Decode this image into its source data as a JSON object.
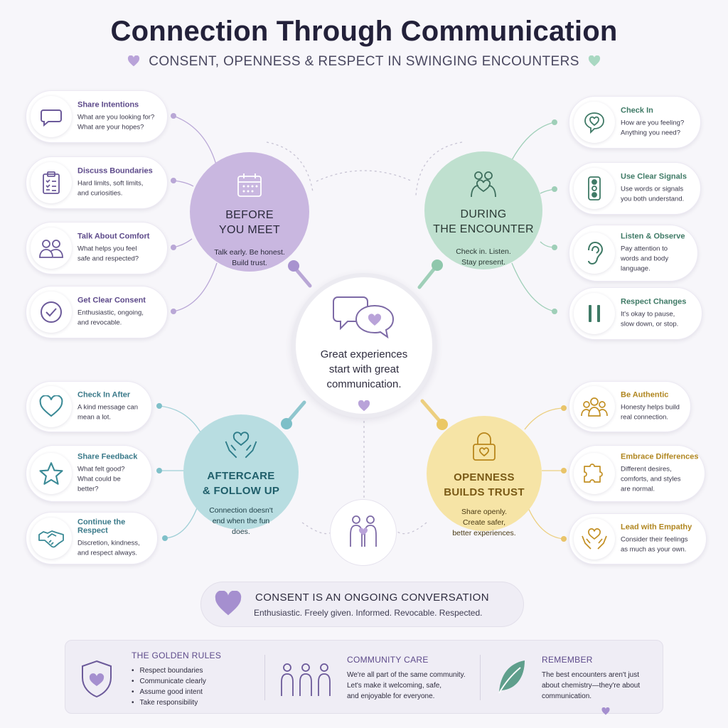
{
  "header": {
    "title": "Connection Through Communication",
    "subtitle": "CONSENT, OPENNESS & RESPECT IN SWINGING ENCOUNTERS"
  },
  "colors": {
    "purple": "#c9b7e0",
    "green": "#bfe0cf",
    "blue": "#b8dde1",
    "yellow": "#f6e4a6"
  },
  "center": {
    "text": "Great experiences\nstart with great\ncommunication.",
    "icon": "chat-bubbles-heart-icon"
  },
  "before": {
    "title": "BEFORE\nYOU MEET",
    "desc": "Talk early. Be honest.\nBuild trust.",
    "icon": "calendar-icon",
    "cards": [
      {
        "title": "Share Intentions",
        "desc": "What are you looking for?\nWhat are your hopes?",
        "icon": "speech-bubble-icon"
      },
      {
        "title": "Discuss Boundaries",
        "desc": "Hard limits, soft limits,\nand curiosities.",
        "icon": "clipboard-checklist-icon"
      },
      {
        "title": "Talk About Comfort",
        "desc": "What helps you feel\nsafe and respected?",
        "icon": "two-people-icon"
      },
      {
        "title": "Get Clear Consent",
        "desc": "Enthusiastic, ongoing,\nand revocable.",
        "icon": "checkmark-circle-icon"
      }
    ]
  },
  "during": {
    "title": "DURING\nTHE ENCOUNTER",
    "desc": "Check in. Listen.\nStay present.",
    "icon": "couple-heart-icon",
    "cards": [
      {
        "title": "Check In",
        "desc": "How are you feeling?\nAnything you need?",
        "icon": "heart-speech-icon"
      },
      {
        "title": "Use Clear Signals",
        "desc": "Use words or signals\nyou both understand.",
        "icon": "traffic-light-icon"
      },
      {
        "title": "Listen & Observe",
        "desc": "Pay attention to\nwords and body\nlanguage.",
        "icon": "ear-icon"
      },
      {
        "title": "Respect Changes",
        "desc": "It's okay to pause,\nslow down, or stop.",
        "icon": "pause-icon"
      }
    ]
  },
  "after": {
    "title": "AFTERCARE\n& FOLLOW UP",
    "desc": "Connection doesn't\nend when the fun\ndoes.",
    "icon": "hands-heart-icon",
    "cards": [
      {
        "title": "Check In After",
        "desc": "A kind message can\nmean a lot.",
        "icon": "heart-outline-icon"
      },
      {
        "title": "Share Feedback",
        "desc": "What felt good?\nWhat could be\nbetter?",
        "icon": "star-icon"
      },
      {
        "title": "Continue the Respect",
        "desc": "Discretion, kindness,\nand respect always.",
        "icon": "handshake-icon"
      }
    ]
  },
  "openness": {
    "title": "OPENNESS\nBUILDS TRUST",
    "desc": "Share openly.\nCreate safer,\nbetter experiences.",
    "icon": "padlock-heart-icon",
    "cards": [
      {
        "title": "Be Authentic",
        "desc": "Honesty helps build\nreal connection.",
        "icon": "group-people-icon"
      },
      {
        "title": "Embrace Differences",
        "desc": "Different desires,\ncomforts, and styles\nare normal.",
        "icon": "puzzle-icon"
      },
      {
        "title": "Lead with Empathy",
        "desc": "Consider their feelings\nas much as your own.",
        "icon": "hands-heart-icon"
      }
    ]
  },
  "consent": {
    "title": "CONSENT IS AN ONGOING CONVERSATION",
    "sub": "Enthusiastic. Freely given. Informed. Revocable. Respected."
  },
  "rules": {
    "golden": {
      "title": "THE GOLDEN RULES",
      "items": [
        "Respect boundaries",
        "Communicate clearly",
        "Assume good intent",
        "Take responsibility"
      ],
      "icon": "shield-heart-icon"
    },
    "community": {
      "title": "COMMUNITY CARE",
      "text": "We're all part of the same community.\nLet's make it welcoming, safe,\nand enjoyable for everyone.",
      "icon": "community-people-icon"
    },
    "remember": {
      "title": "REMEMBER",
      "text": "The best encounters aren't just\nabout chemistry—they're about\ncommunication.",
      "icon": "leaf-icon"
    }
  }
}
